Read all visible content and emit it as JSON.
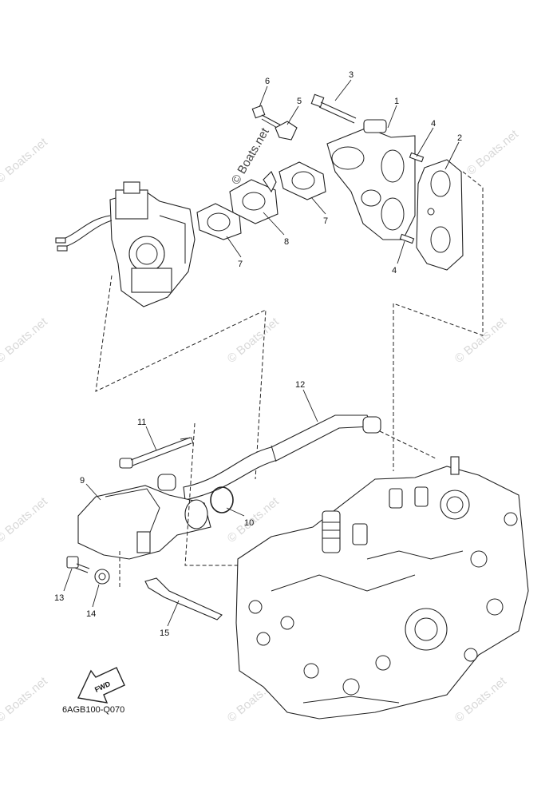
{
  "diagram": {
    "callouts": [
      {
        "id": "c1",
        "text": "1"
      },
      {
        "id": "c2",
        "text": "2"
      },
      {
        "id": "c3",
        "text": "3"
      },
      {
        "id": "c4a",
        "text": "4"
      },
      {
        "id": "c4b",
        "text": "4"
      },
      {
        "id": "c5",
        "text": "5"
      },
      {
        "id": "c6",
        "text": "6"
      },
      {
        "id": "c7a",
        "text": "7"
      },
      {
        "id": "c7b",
        "text": "7"
      },
      {
        "id": "c8",
        "text": "8"
      },
      {
        "id": "c9",
        "text": "9"
      },
      {
        "id": "c10",
        "text": "10"
      },
      {
        "id": "c11",
        "text": "11"
      },
      {
        "id": "c12",
        "text": "12"
      },
      {
        "id": "c13",
        "text": "13"
      },
      {
        "id": "c14",
        "text": "14"
      },
      {
        "id": "c15",
        "text": "15"
      }
    ],
    "fwd_label": "FWD",
    "diagram_code": "6AGB100-Q070",
    "watermark": "© Boats.net"
  }
}
